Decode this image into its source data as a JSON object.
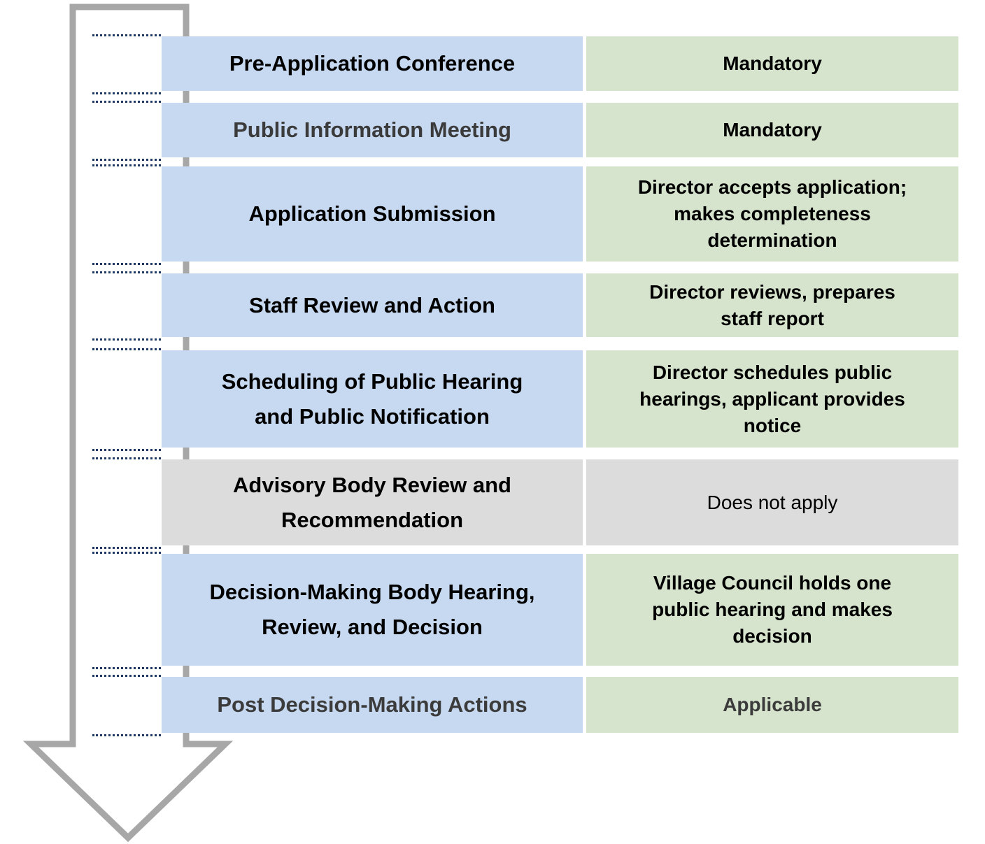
{
  "diagram": {
    "title": "",
    "arrow": {
      "name": "down-process-arrow",
      "outline_color": "#A7A7A7",
      "fill_color": "#FFFFFF"
    },
    "colors": {
      "step_bg": "#C7D9F0",
      "action_bg": "#D6E4CD",
      "inactive_bg": "#DCDCDC",
      "dotted_line": "#1F3864",
      "text_black": "#000000",
      "text_muted": "#3B3B3B"
    },
    "rows": [
      {
        "label": "Pre-Application Conference",
        "action": "Mandatory",
        "variant": "applies",
        "label_muted": false,
        "action_muted": false,
        "action_bold": true
      },
      {
        "label": "Public Information Meeting",
        "action": "Mandatory",
        "variant": "applies",
        "label_muted": true,
        "action_muted": false,
        "action_bold": true
      },
      {
        "label": "Application Submission",
        "action": "Director accepts application;\nmakes completeness\ndetermination",
        "variant": "applies",
        "label_muted": false,
        "action_muted": false,
        "action_bold": true
      },
      {
        "label": "Staff Review and Action",
        "action": "Director reviews, prepares\nstaff report",
        "variant": "applies",
        "label_muted": false,
        "action_muted": false,
        "action_bold": true
      },
      {
        "label": "Scheduling of Public Hearing\nand Public Notification",
        "action": "Director schedules public\nhearings, applicant provides\nnotice",
        "variant": "applies",
        "label_muted": false,
        "action_muted": false,
        "action_bold": true
      },
      {
        "label": "Advisory Body Review and\nRecommendation",
        "action": "Does not apply",
        "variant": "not_applicable",
        "label_muted": false,
        "action_muted": false,
        "action_bold": false
      },
      {
        "label": "Decision-Making Body Hearing,\nReview, and Decision",
        "action": "Village Council holds one\npublic hearing and makes\ndecision",
        "variant": "applies",
        "label_muted": false,
        "action_muted": false,
        "action_bold": true
      },
      {
        "label": "Post Decision-Making Actions",
        "action": "Applicable",
        "variant": "applies",
        "label_muted": true,
        "action_muted": true,
        "action_bold": true
      }
    ]
  }
}
